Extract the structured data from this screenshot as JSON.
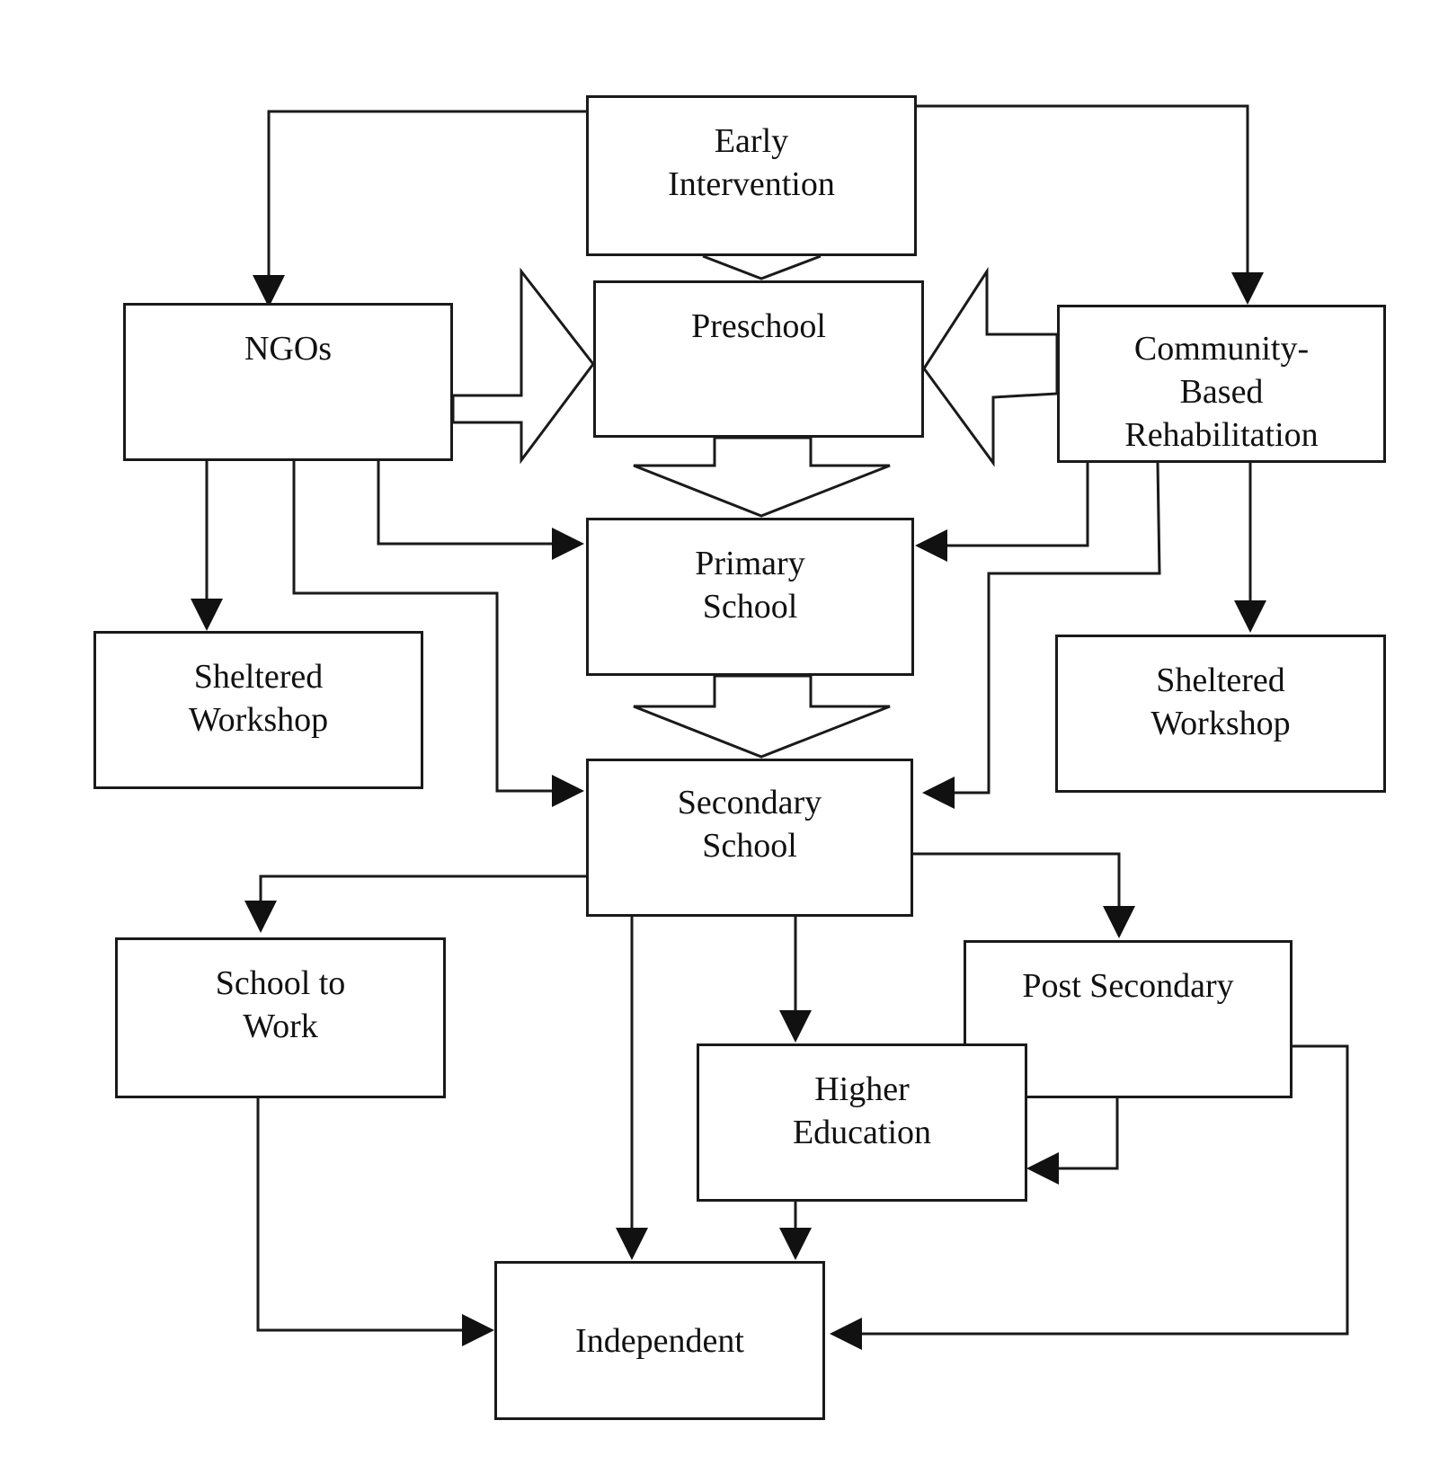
{
  "nodes": {
    "early_intervention": {
      "lines": [
        "Early",
        "Intervention"
      ]
    },
    "ngos": {
      "lines": [
        "NGOs"
      ]
    },
    "preschool": {
      "lines": [
        "Preschool"
      ]
    },
    "cbr": {
      "lines": [
        "Community-",
        "Based",
        "Rehabilitation"
      ]
    },
    "primary_school": {
      "lines": [
        "Primary",
        "School"
      ]
    },
    "sheltered_workshop_left": {
      "lines": [
        "Sheltered",
        "Workshop"
      ]
    },
    "sheltered_workshop_right": {
      "lines": [
        "Sheltered",
        "Workshop"
      ]
    },
    "secondary_school": {
      "lines": [
        "Secondary",
        "School"
      ]
    },
    "school_to_work": {
      "lines": [
        "School to",
        "Work"
      ]
    },
    "post_secondary": {
      "lines": [
        "Post Secondary"
      ]
    },
    "higher_education": {
      "lines": [
        "Higher",
        "Education"
      ]
    },
    "independent": {
      "lines": [
        "Independent"
      ]
    }
  },
  "edges": [
    {
      "from": "early_intervention",
      "to": "ngos"
    },
    {
      "from": "early_intervention",
      "to": "cbr"
    },
    {
      "from": "early_intervention",
      "to": "preschool"
    },
    {
      "from": "ngos",
      "to": "preschool"
    },
    {
      "from": "cbr",
      "to": "preschool"
    },
    {
      "from": "preschool",
      "to": "primary_school"
    },
    {
      "from": "ngos",
      "to": "sheltered_workshop_left"
    },
    {
      "from": "ngos",
      "to": "primary_school"
    },
    {
      "from": "ngos",
      "to": "secondary_school"
    },
    {
      "from": "cbr",
      "to": "primary_school"
    },
    {
      "from": "cbr",
      "to": "secondary_school"
    },
    {
      "from": "cbr",
      "to": "sheltered_workshop_right"
    },
    {
      "from": "primary_school",
      "to": "secondary_school"
    },
    {
      "from": "secondary_school",
      "to": "school_to_work"
    },
    {
      "from": "secondary_school",
      "to": "post_secondary"
    },
    {
      "from": "secondary_school",
      "to": "higher_education"
    },
    {
      "from": "secondary_school",
      "to": "independent"
    },
    {
      "from": "post_secondary",
      "to": "higher_education"
    },
    {
      "from": "post_secondary",
      "to": "independent"
    },
    {
      "from": "higher_education",
      "to": "independent"
    },
    {
      "from": "school_to_work",
      "to": "independent"
    }
  ]
}
